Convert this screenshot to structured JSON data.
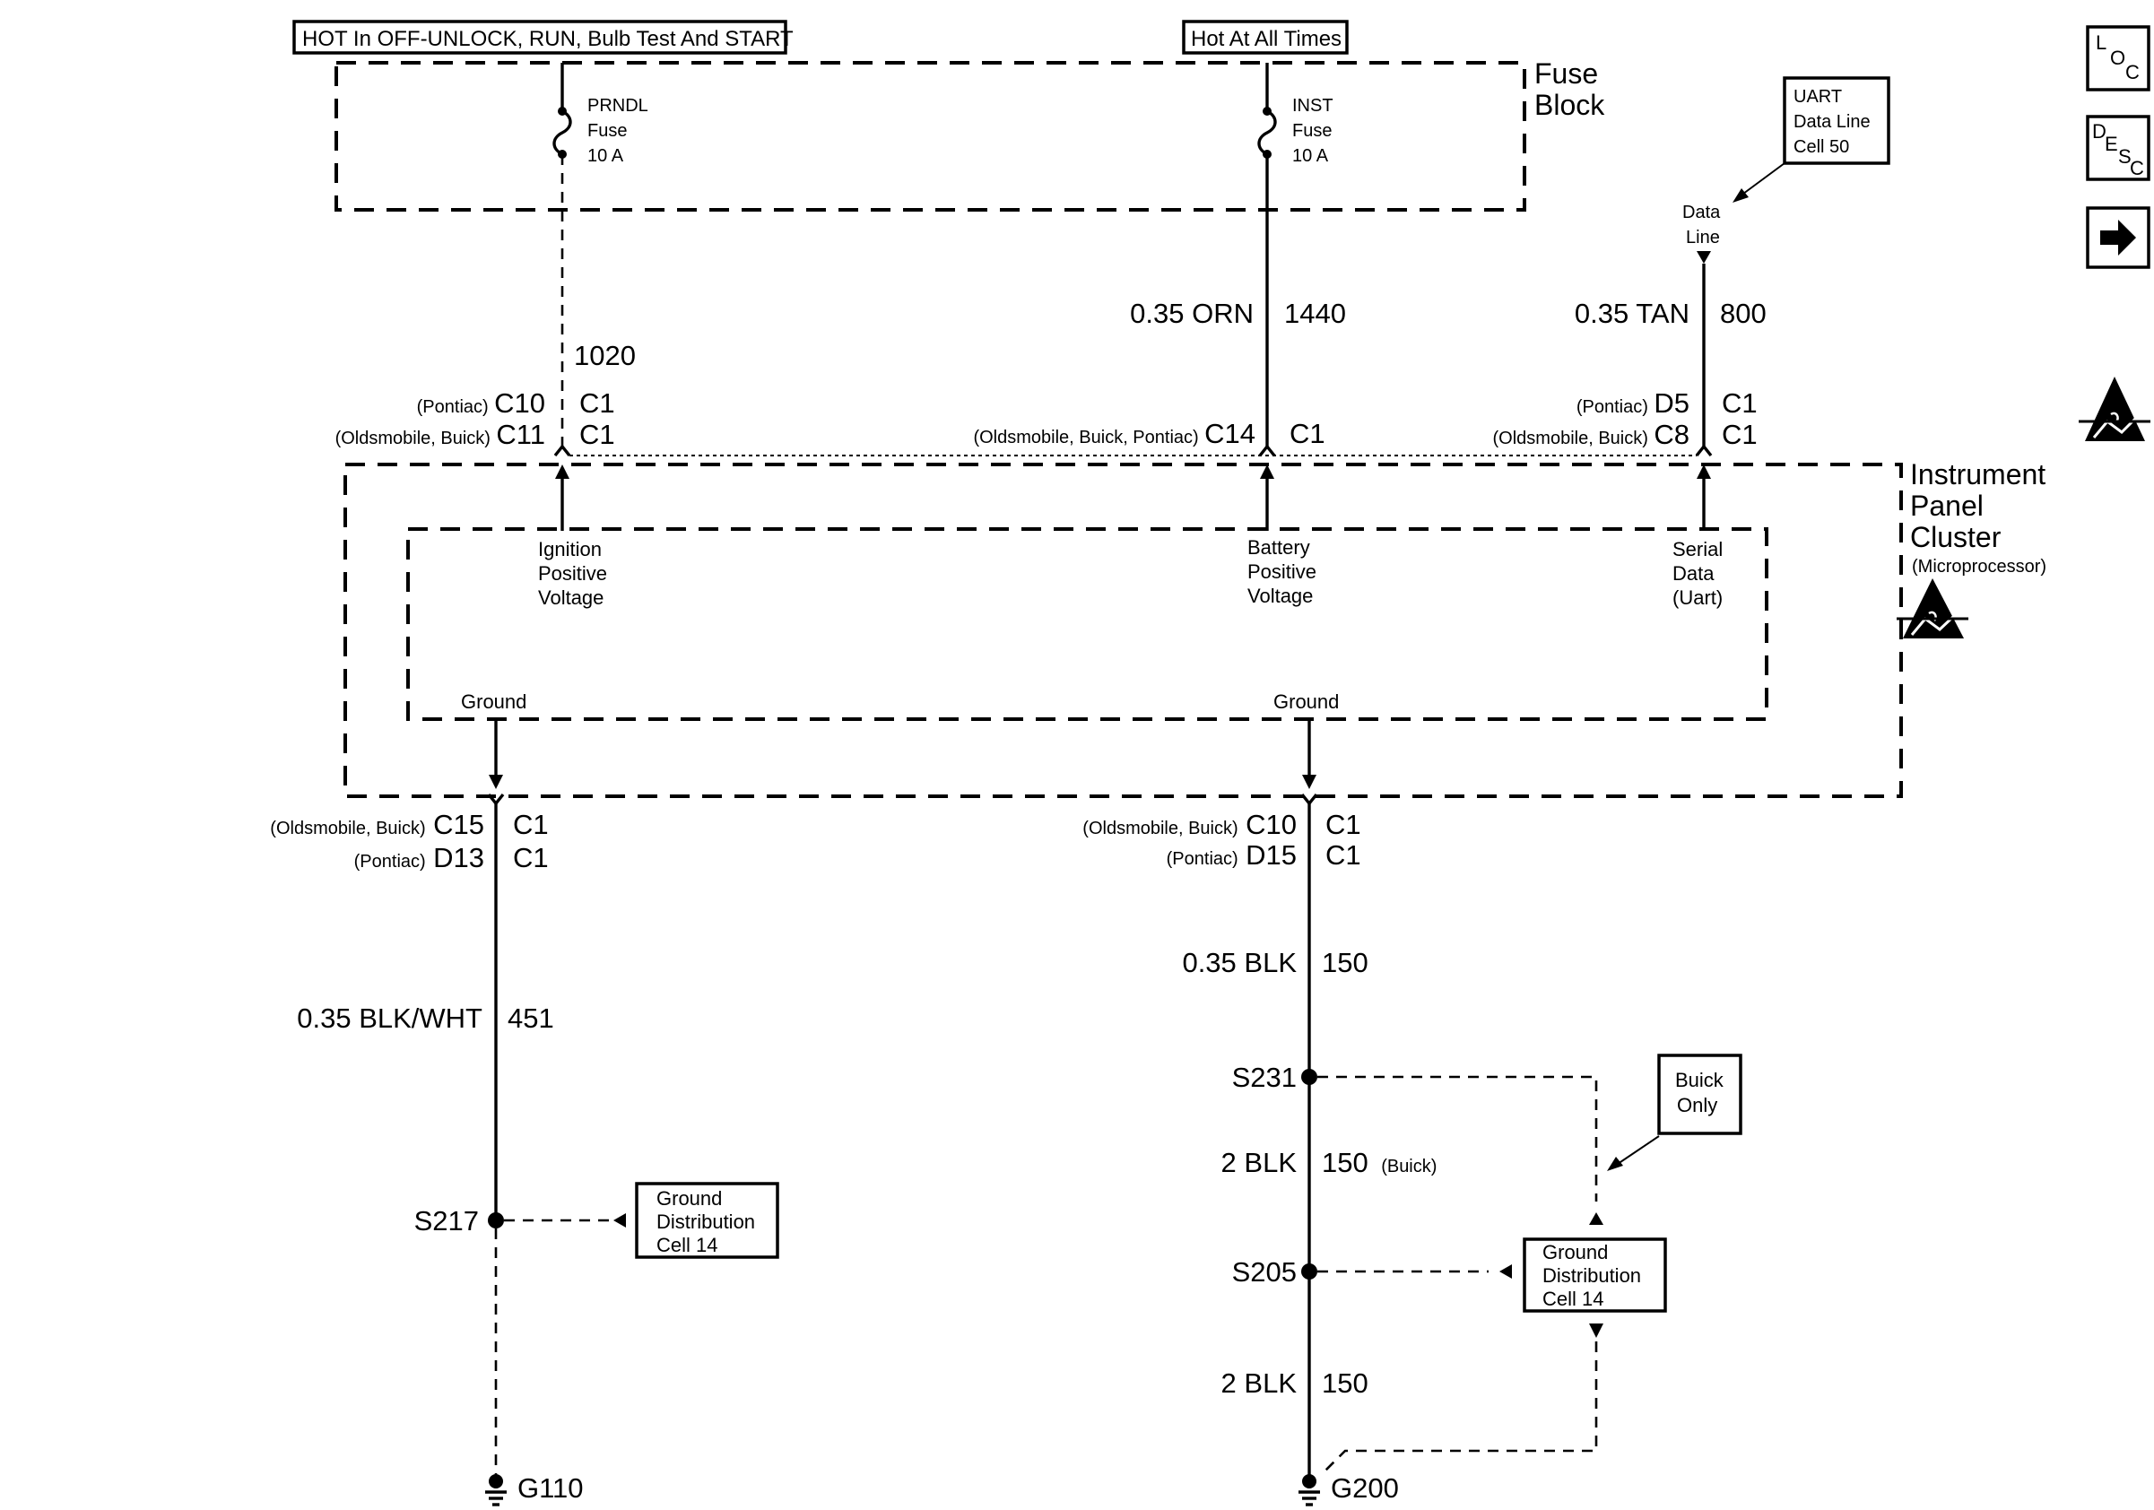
{
  "header": {
    "hot_run_label": "HOT In OFF-UNLOCK, RUN, Bulb Test And START",
    "hot_all_label": "Hot At All Times"
  },
  "fuse_block": {
    "title_line1": "Fuse",
    "title_line2": "Block",
    "prndl": {
      "line1": "PRNDL",
      "line2": "Fuse",
      "line3": "10 A"
    },
    "inst": {
      "line1": "INST",
      "line2": "Fuse",
      "line3": "10 A"
    }
  },
  "uart_ref": {
    "line1": "UART",
    "line2": "Data Line",
    "line3": "Cell 50"
  },
  "data_line": {
    "line1": "Data",
    "line2": "Line"
  },
  "side_nav": {
    "loc": {
      "l": "L",
      "o": "O",
      "c": "C"
    },
    "desc": {
      "d": "D",
      "e": "E",
      "s": "S",
      "c": "C"
    },
    "next_icon": "right-arrow-icon",
    "esd_icon": "esd-warning-icon"
  },
  "wires": {
    "prndl_circuit": "1020",
    "inst_wire": "0.35 ORN",
    "inst_circuit": "1440",
    "data_wire": "0.35 TAN",
    "data_circuit": "800",
    "ground1_wire": "0.35 BLK/WHT",
    "ground1_circuit": "451",
    "ground2_wire": "0.35 BLK",
    "ground2_circuit": "150",
    "ground2b_wire": "2 BLK",
    "ground2b_circuit": "150",
    "ground2b_note": "(Buick)",
    "ground2c_wire": "2 BLK",
    "ground2c_circuit": "150"
  },
  "connectors": {
    "prndl_a_note": "(Pontiac)",
    "prndl_a_pin": "C10",
    "prndl_a_conn": "C1",
    "prndl_b_note": "(Oldsmobile, Buick)",
    "prndl_b_pin": "C11",
    "prndl_b_conn": "C1",
    "inst_note": "(Oldsmobile, Buick, Pontiac)",
    "inst_pin": "C14",
    "inst_conn": "C1",
    "data_a_note": "(Pontiac)",
    "data_a_pin": "D5",
    "data_a_conn": "C1",
    "data_b_note": "(Oldsmobile, Buick)",
    "data_b_pin": "C8",
    "data_b_conn": "C1",
    "gnd1_a_note": "(Oldsmobile, Buick)",
    "gnd1_a_pin": "C15",
    "gnd1_a_conn": "C1",
    "gnd1_b_note": "(Pontiac)",
    "gnd1_b_pin": "D13",
    "gnd1_b_conn": "C1",
    "gnd2_a_note": "(Oldsmobile, Buick)",
    "gnd2_a_pin": "C10",
    "gnd2_a_conn": "C1",
    "gnd2_b_note": "(Pontiac)",
    "gnd2_b_pin": "D15",
    "gnd2_b_conn": "C1"
  },
  "ipc": {
    "title_line1": "Instrument",
    "title_line2": "Panel",
    "title_line3": "Cluster",
    "subtitle": "(Microprocessor)",
    "ign": {
      "line1": "Ignition",
      "line2": "Positive",
      "line3": "Voltage"
    },
    "bat": {
      "line1": "Battery",
      "line2": "Positive",
      "line3": "Voltage"
    },
    "ser": {
      "line1": "Serial",
      "line2": "Data",
      "line3": "(Uart)"
    },
    "ground_left": "Ground",
    "ground_right": "Ground"
  },
  "splices": {
    "s217": "S217",
    "s231": "S231",
    "s205": "S205"
  },
  "grounds": {
    "g110": "G110",
    "g200": "G200"
  },
  "refs": {
    "gd_left": {
      "line1": "Ground",
      "line2": "Distribution",
      "line3": "Cell 14"
    },
    "gd_right": {
      "line1": "Ground",
      "line2": "Distribution",
      "line3": "Cell 14"
    },
    "buick_only": {
      "line1": "Buick",
      "line2": "Only"
    }
  }
}
